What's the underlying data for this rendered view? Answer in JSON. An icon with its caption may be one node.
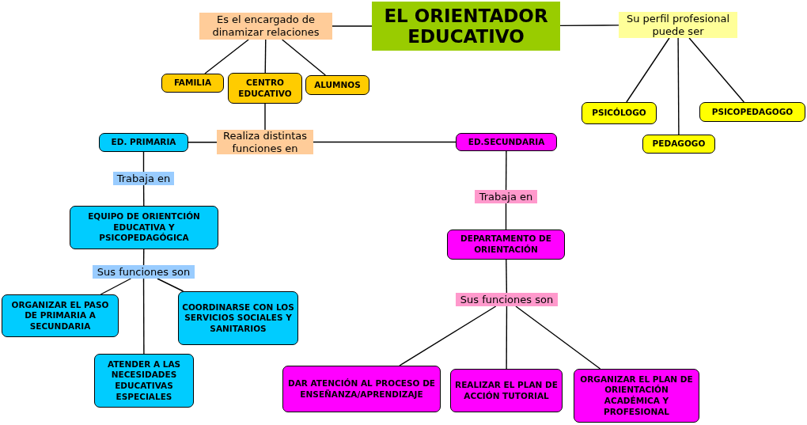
{
  "diagram": {
    "nodes": [
      {
        "text": [
          "EL ORIENTADOR EDUCATIVO"
        ]
      },
      {
        "text": [
          "Es el encargado de dinamizar relaciones"
        ]
      },
      {
        "text": [
          "Su perfil profesional puede ser"
        ]
      },
      {
        "text": [
          "FAMILIA"
        ]
      },
      {
        "text": [
          "CENTRO EDUCATIVO"
        ]
      },
      {
        "text": [
          "ALUMNOS"
        ]
      },
      {
        "text": [
          "PSICÓLOGO"
        ]
      },
      {
        "text": [
          "PSICOPEDAGOGO"
        ]
      },
      {
        "text": [
          "PEDAGOGO"
        ]
      },
      {
        "text": [
          "Realiza distintas funciones en"
        ]
      },
      {
        "text": [
          "ED. PRIMARIA"
        ]
      },
      {
        "text": [
          "ED.SECUNDARIA"
        ]
      },
      {
        "text": [
          "Trabaja en"
        ]
      },
      {
        "text": [
          "EQUIPO DE ORIENTCIÓN EDUCATIVA Y PSICOPEDAGÓGICA"
        ]
      },
      {
        "text": [
          "Sus funciones son"
        ]
      },
      {
        "text": [
          "ORGANIZAR EL PASO DE PRIMARIA A SECUNDARIA"
        ]
      },
      {
        "text": [
          "COORDINARSE CON LOS SERVICIOS SOCIALES Y SANITARIOS"
        ]
      },
      {
        "text": [
          "ATENDER A LAS NECESIDADES EDUCATIVAS ESPECIALES"
        ]
      },
      {
        "text": [
          "Trabaja en"
        ]
      },
      {
        "text": [
          "DEPARTAMENTO DE ORIENTACIÓN"
        ]
      },
      {
        "text": [
          "Sus funciones son"
        ]
      },
      {
        "text": [
          "DAR ATENCIÓN AL PROCESO DE ENSEÑANZA/APRENDIZAJE"
        ]
      },
      {
        "text": [
          "REALIZAR EL PLAN DE ACCIÓN TUTORIAL"
        ]
      },
      {
        "text": [
          "ORGANIZAR EL PLAN DE ORIENTACIÓN ACADÉMICA Y PROFESIONAL"
        ]
      }
    ],
    "edges": [
      {
        "from": 0,
        "to": 1,
        "arrow": "none"
      },
      {
        "from": 0,
        "to": 2,
        "arrow": "none"
      },
      {
        "from": 1,
        "to": 3,
        "arrow": "none"
      },
      {
        "from": 1,
        "to": 4,
        "arrow": "none"
      },
      {
        "from": 1,
        "to": 5,
        "arrow": "none"
      },
      {
        "from": 2,
        "to": 6,
        "arrow": "none"
      },
      {
        "from": 2,
        "to": 8,
        "arrow": "none"
      },
      {
        "from": 2,
        "to": 7,
        "arrow": "none"
      },
      {
        "from": 4,
        "to": 9,
        "arrow": "none"
      },
      {
        "from": 9,
        "to": 10,
        "arrow": "none"
      },
      {
        "from": 9,
        "to": 11,
        "arrow": "none"
      },
      {
        "from": 10,
        "to": 12,
        "arrow": "none"
      },
      {
        "from": 12,
        "to": 13,
        "arrow": "none"
      },
      {
        "from": 13,
        "to": 14,
        "arrow": "none"
      },
      {
        "from": 14,
        "to": 15,
        "arrow": "none"
      },
      {
        "from": 14,
        "to": 16,
        "arrow": "none"
      },
      {
        "from": 14,
        "to": 17,
        "arrow": "none"
      },
      {
        "from": 11,
        "to": 18,
        "arrow": "none"
      },
      {
        "from": 18,
        "to": 19,
        "arrow": "none"
      },
      {
        "from": 19,
        "to": 20,
        "arrow": "none"
      },
      {
        "from": 20,
        "to": 21,
        "arrow": "none"
      },
      {
        "from": 20,
        "to": 22,
        "arrow": "none"
      },
      {
        "from": 20,
        "to": 23,
        "arrow": "none"
      }
    ]
  }
}
